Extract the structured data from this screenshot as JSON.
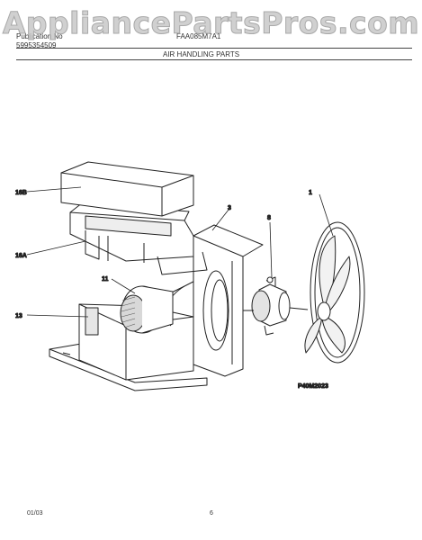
{
  "watermark": "AppliancePartsPros.com",
  "header": {
    "publication_label": "Publication No",
    "publication_number": "5995354509",
    "model": "FAA085M7A1",
    "section_title": "AIR HANDLING PARTS"
  },
  "callouts": {
    "housing_top": "16B",
    "housing_base": "16A",
    "shroud": "3",
    "fan_blade": "1",
    "motor": "8",
    "blower_wheel": "11",
    "scroll": "13"
  },
  "diagram_code": "P40M2023",
  "footer": {
    "date": "01/03",
    "page": "6"
  }
}
